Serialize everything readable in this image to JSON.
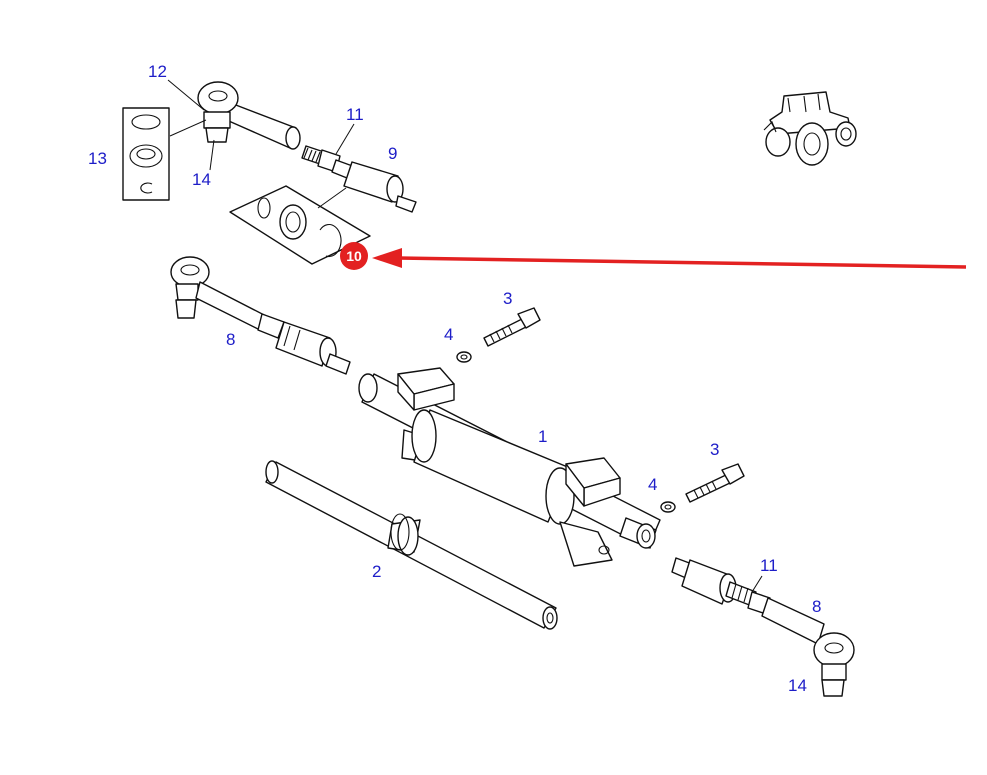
{
  "callouts": {
    "c12": "12",
    "c11_top": "11",
    "c13": "13",
    "c9": "9",
    "c14_top": "14",
    "c10": "10",
    "c3_top": "3",
    "c4_top": "4",
    "c8_left": "8",
    "c1": "1",
    "c3_right": "3",
    "c4_right": "4",
    "c11_right": "11",
    "c2": "2",
    "c8_right": "8",
    "c14_bottom": "14"
  },
  "colors": {
    "callout_text": "#1d1dc8",
    "highlight": "#e32121",
    "line_art": "#111111"
  },
  "icons": {
    "tractor": "tractor-icon",
    "highlight_arrow": "arrow-left-icon"
  }
}
